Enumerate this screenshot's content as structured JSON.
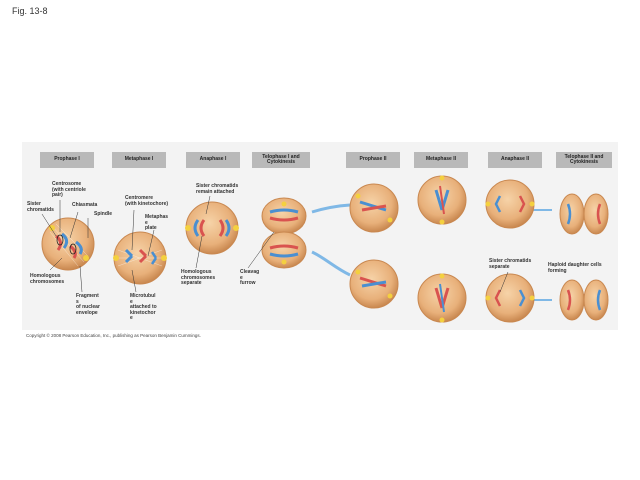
{
  "fig_title": "Fig. 13-8",
  "stages": [
    "Prophase I",
    "Metaphase I",
    "Anaphase I",
    "Telophase I and Cytokinesis",
    "Prophase II",
    "Metaphase II",
    "Anaphase II",
    "Telophase II and Cytokinesis"
  ],
  "labels": {
    "centrosome": "Centrosome\n(with centriole\npair)",
    "sister_chromatids": "Sister\nchromatids",
    "chiasmata": "Chiasmata",
    "spindle": "Spindle",
    "homologous_chromosomes": "Homologous\nchromosomes",
    "fragments_nuclear_envelope": "Fragment\ns\nof nuclear\nenvelope",
    "centromere": "Centromere\n(with kinetochore)",
    "metaphase_plate": "Metaphas\ne\nplate",
    "microtubule_kinetochore": "Microtubul\ne\nattached to\nkinetochor\ne",
    "sister_chromatids_remain": "Sister chromatids\nremain attached",
    "homologous_separate": "Homologous\nchromosomes\nseparate",
    "cleavage_furrow": "Cleavag\ne\nfurrow",
    "sister_chromatids_separate": "Sister chromatids\nseparate",
    "haploid_daughter": "Haploid daughter cells\nforming"
  },
  "copyright": "Copyright © 2008 Pearson Education, Inc., publishing as Pearson Benjamin Cummings.",
  "colors": {
    "panel_bg": "#f3f3f3",
    "stage_box": "#b9b9b9",
    "cell_fill": "#e8b07a",
    "cell_edge": "#c98850",
    "chromosome_red": "#d9534f",
    "chromosome_blue": "#4a8fd1",
    "spindle": "#ffffff",
    "centrosome": "#f4d03f",
    "arrow": "#7fb8e6"
  }
}
